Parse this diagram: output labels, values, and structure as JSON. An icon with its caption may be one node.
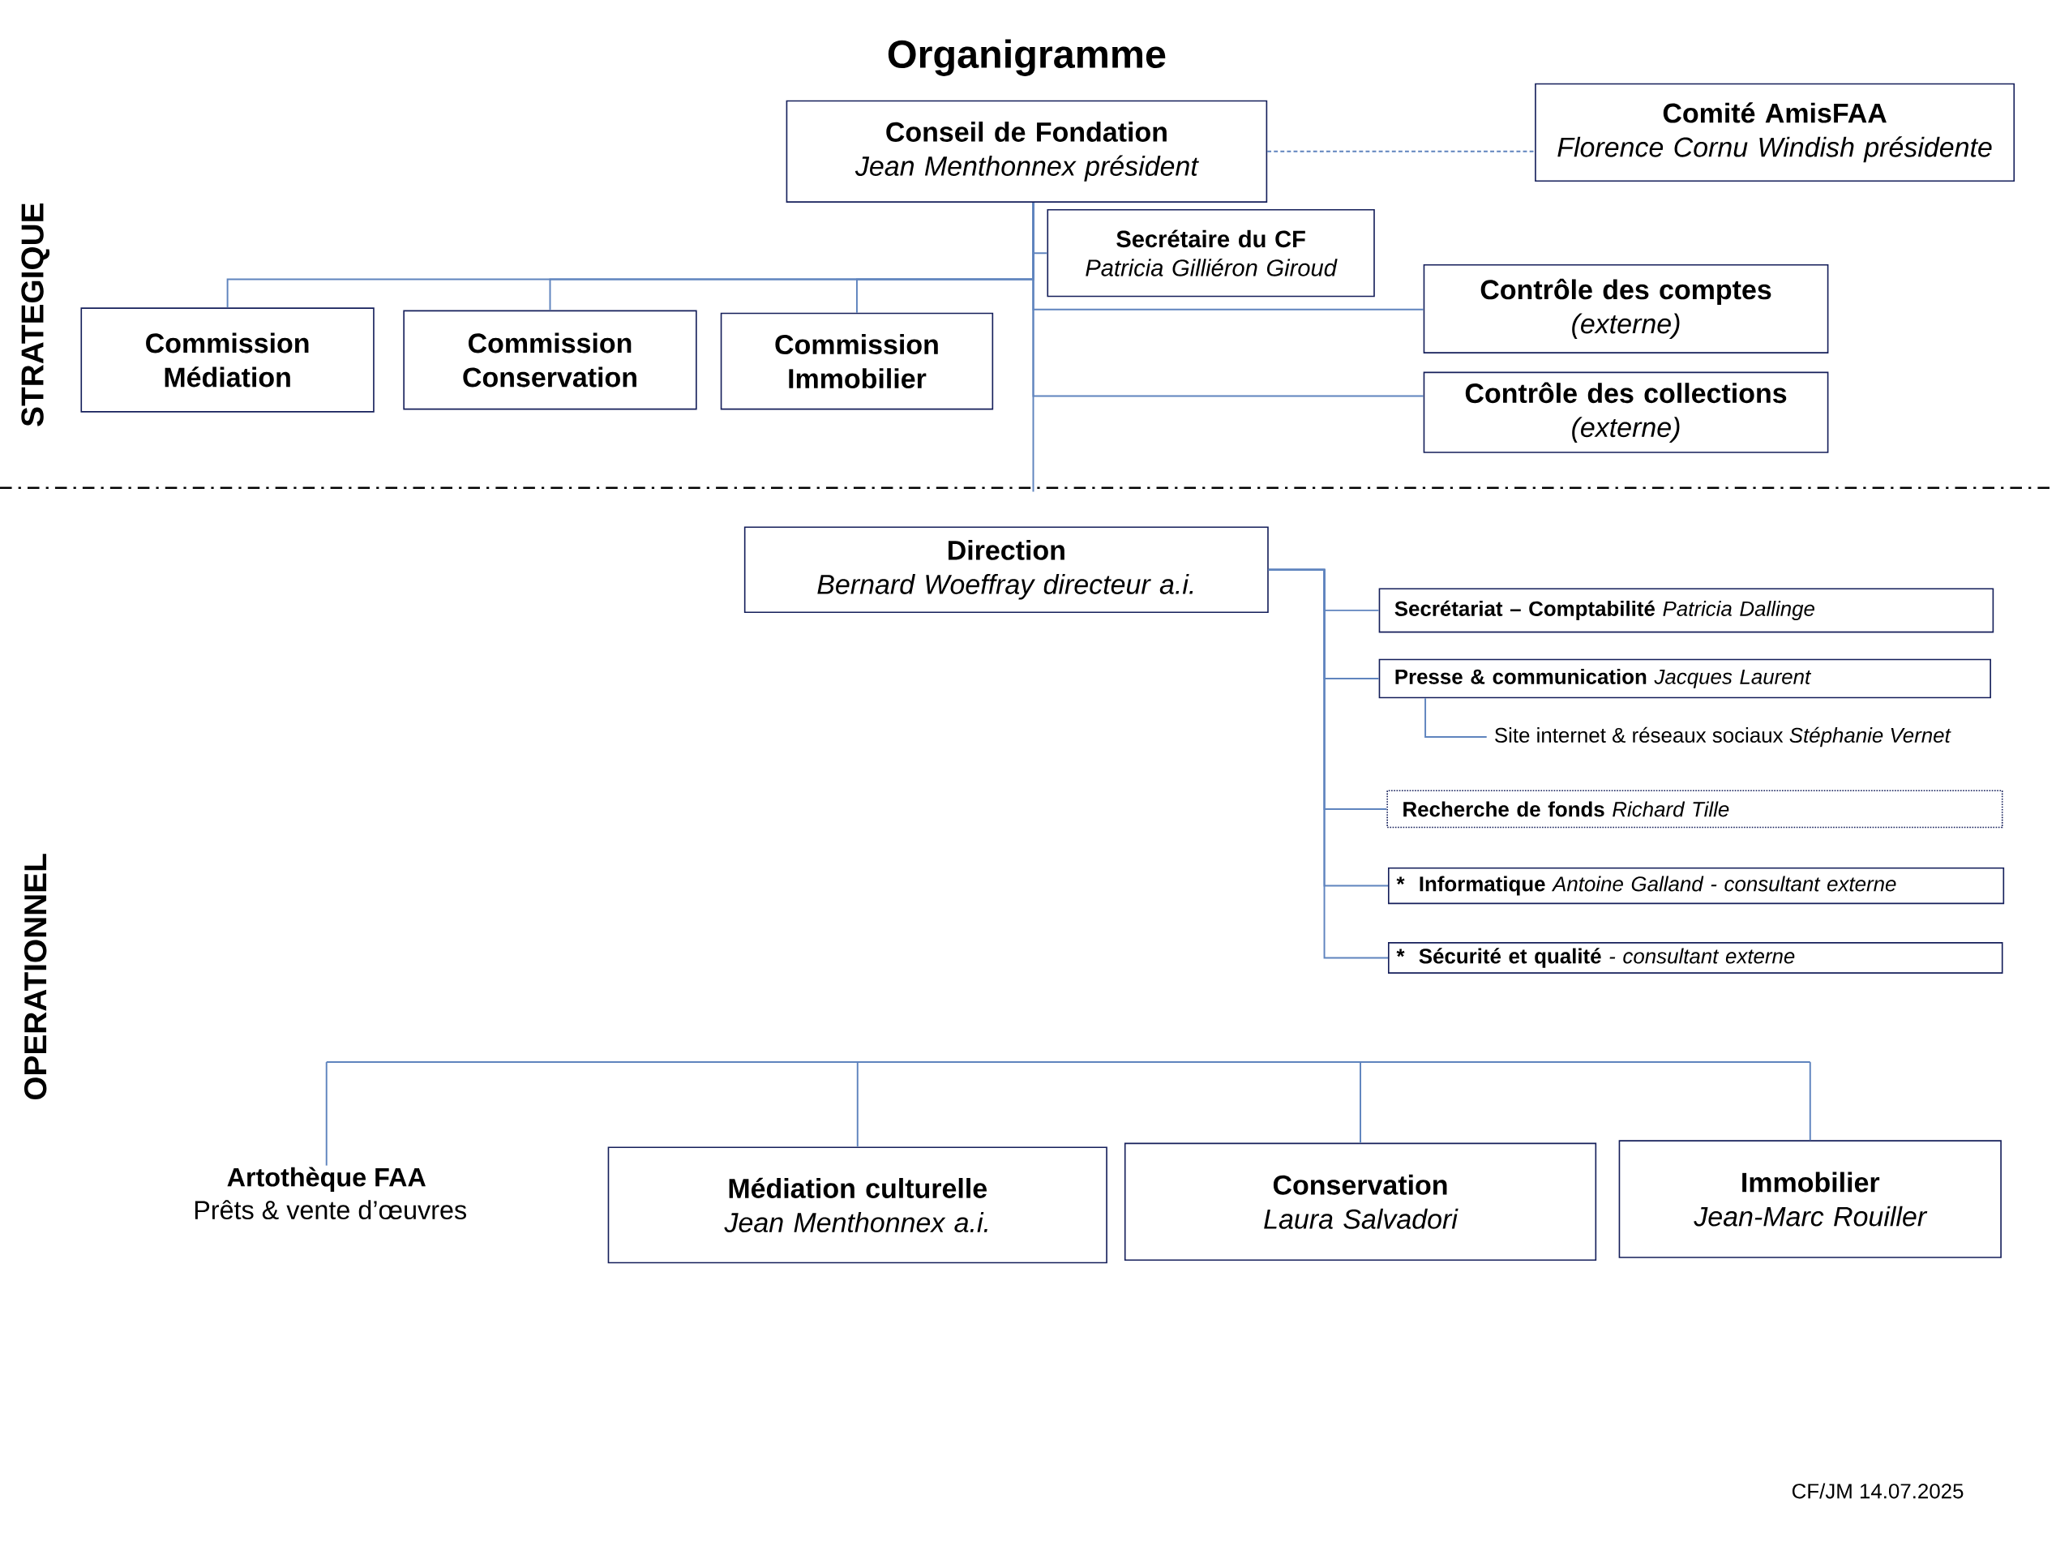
{
  "diagram": {
    "title": "Organigramme",
    "nodes": [
      {
        "text": [
          "Conseil de Fondation",
          "Jean Menthonnex président"
        ]
      },
      {
        "text": [
          "Comité AmisFAA",
          "Florence Cornu Windish présidente"
        ]
      },
      {
        "text": [
          "Secrétaire du CF",
          "Patricia Gilliéron Giroud"
        ]
      },
      {
        "text": [
          "Commission Médiation"
        ]
      },
      {
        "text": [
          "Commission Conservation"
        ]
      },
      {
        "text": [
          "Commission Immobilier"
        ]
      },
      {
        "text": [
          "Contrôle des comptes",
          "(externe)"
        ]
      },
      {
        "text": [
          "Contrôle des collections",
          "(externe)"
        ]
      },
      {
        "text": [
          "Direction",
          "Bernard Woeffray directeur a.i."
        ]
      },
      {
        "text": [
          "**Secrétariat – Comptabilité** *Patricia Dallinge*"
        ]
      },
      {
        "text": [
          "**Presse & communication** *Jacques Laurent*"
        ]
      },
      {
        "text": [
          "Site internet & réseaux sociaux *Stéphanie Vernet*"
        ]
      },
      {
        "text": [
          "**Recherche de fonds** *Richard Tille*"
        ]
      },
      {
        "text": [
          "*",
          "**Informatique** *Antoine Galland - consultant externe*"
        ]
      },
      {
        "text": [
          "*",
          "**Sécurité et qualité** *- consultant externe*"
        ]
      },
      {
        "text": [
          "Artothèque FAA",
          "Prêts & vente d’œuvres"
        ]
      },
      {
        "text": [
          "Médiation culturelle",
          "Jean Menthonnex a.i."
        ]
      },
      {
        "text": [
          "Conservation",
          "Laura Salvadori"
        ]
      },
      {
        "text": [
          "Immobilier",
          "Jean-Marc Rouiller"
        ]
      }
    ],
    "edges": [
      {
        "from": 0,
        "to": 1,
        "arrow": "none",
        "style": "dashed"
      },
      {
        "from": 0,
        "to": 2,
        "arrow": "none"
      },
      {
        "from": 0,
        "to": 3,
        "arrow": "none"
      },
      {
        "from": 0,
        "to": 4,
        "arrow": "none"
      },
      {
        "from": 0,
        "to": 5,
        "arrow": "none"
      },
      {
        "from": 0,
        "to": 6,
        "arrow": "none"
      },
      {
        "from": 0,
        "to": 7,
        "arrow": "none"
      },
      {
        "from": 8,
        "to": 9,
        "arrow": "none"
      },
      {
        "from": 8,
        "to": 10,
        "arrow": "none"
      },
      {
        "from": 8,
        "to": 12,
        "arrow": "none"
      },
      {
        "from": 8,
        "to": 13,
        "arrow": "none"
      },
      {
        "from": 8,
        "to": 14,
        "arrow": "none"
      },
      {
        "from": 10,
        "to": 11,
        "arrow": "none"
      },
      {
        "from": null,
        "to": 15,
        "arrow": "none"
      },
      {
        "from": null,
        "to": 16,
        "arrow": "none"
      },
      {
        "from": null,
        "to": 17,
        "arrow": "none"
      },
      {
        "from": null,
        "to": 18,
        "arrow": "none"
      }
    ],
    "labels": [
      "STRATEGIQUE",
      "OPERATIONNEL",
      "CF/JM 14.07.2025"
    ]
  }
}
